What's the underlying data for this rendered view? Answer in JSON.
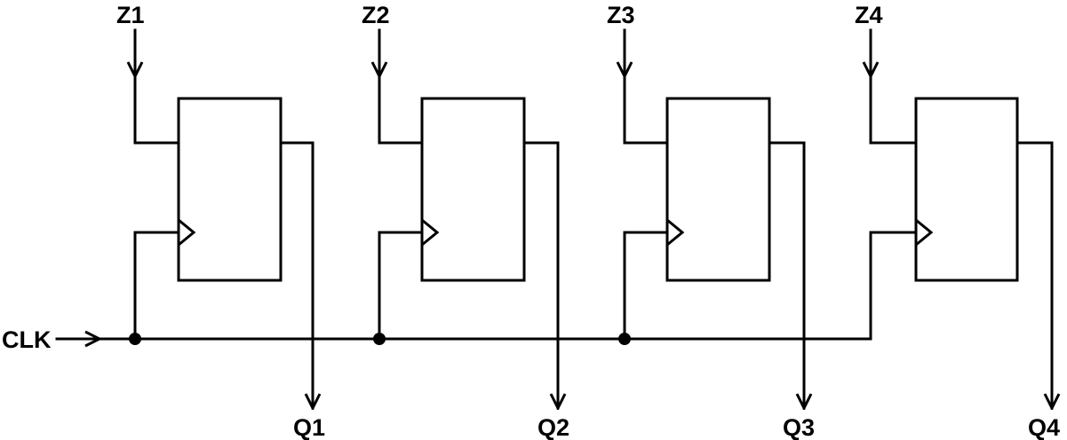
{
  "diagram": {
    "clock_label": "CLK",
    "stages": [
      {
        "input_label": "Z1",
        "output_label": "Q1"
      },
      {
        "input_label": "Z2",
        "output_label": "Q2"
      },
      {
        "input_label": "Z3",
        "output_label": "Q3"
      },
      {
        "input_label": "Z4",
        "output_label": "Q4"
      }
    ],
    "colors": {
      "line": "#000000",
      "background": "#ffffff"
    }
  }
}
